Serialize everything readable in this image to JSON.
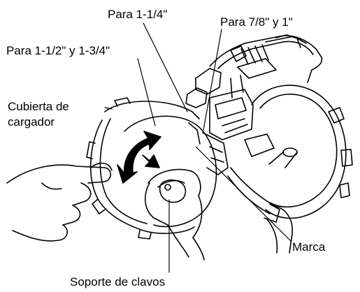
{
  "labels": {
    "para_1_1_4": "Para 1-1/4\"",
    "para_7_8_y_1": "Para 7/8\" y 1\"",
    "para_1_1_2_y_1_3_4": "Para 1-1/2\" y 1-3/4\"",
    "cubierta_line1": "Cubierta de",
    "cubierta_line2": "cargador",
    "marca": "Marca",
    "soporte_de_clavos": "Soporte de clavos"
  },
  "colors": {
    "line": "#000000",
    "background": "#ffffff"
  }
}
